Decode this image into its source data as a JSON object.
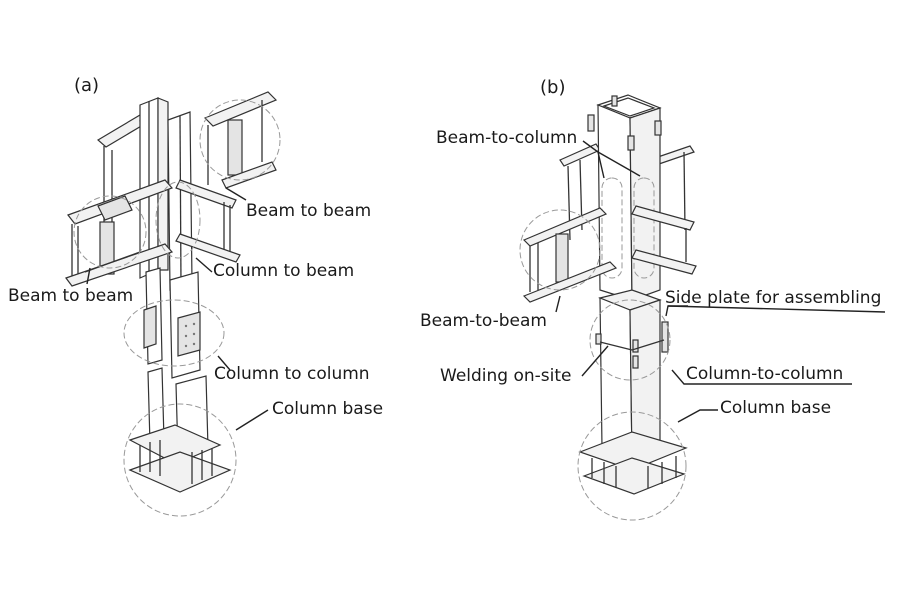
{
  "figure": {
    "panel_a": {
      "label": "(a)",
      "annotations": {
        "beam_to_beam_upper": "Beam to beam",
        "column_to_beam": "Column to beam",
        "beam_to_beam_lower": "Beam to beam",
        "column_to_column": "Column to column",
        "column_base": "Column base"
      }
    },
    "panel_b": {
      "label": "(b)",
      "annotations": {
        "beam_to_column": "Beam-to-column",
        "beam_to_beam": "Beam-to-beam",
        "side_plate": "Side plate for assembling",
        "welding_on_site": "Welding on-site",
        "column_to_column": "Column-to-column",
        "column_base": "Column base"
      }
    }
  }
}
